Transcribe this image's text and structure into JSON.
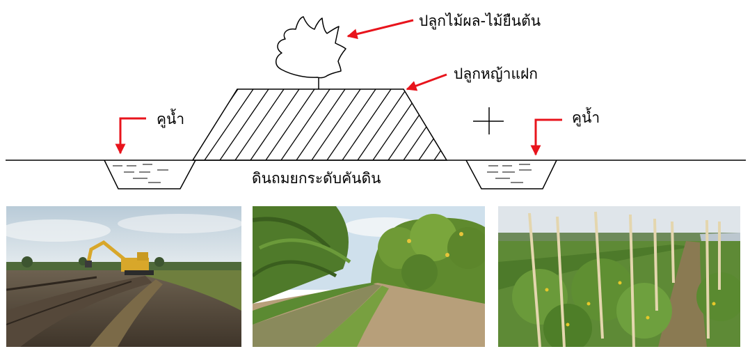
{
  "diagram": {
    "labels": {
      "fruit_trees": "ปลูกไม้ผล-ไม้ยืนต้น",
      "vetiver": "ปลูกหญ้าแฝก",
      "ditch_left": "คูน้ำ",
      "ditch_right": "คูน้ำ",
      "raised_soil": "ดินถมยกระดับคันดิน"
    },
    "colors": {
      "arrow": "#e8141c",
      "line": "#000000"
    },
    "icons": [
      "tree-canopy-icon",
      "plus-sign-icon",
      "arrow-icon"
    ]
  },
  "photos": [
    {
      "name": "excavator-digging-field-photo"
    },
    {
      "name": "orchard-ditch-photo"
    },
    {
      "name": "vegetable-trellis-photo"
    }
  ]
}
